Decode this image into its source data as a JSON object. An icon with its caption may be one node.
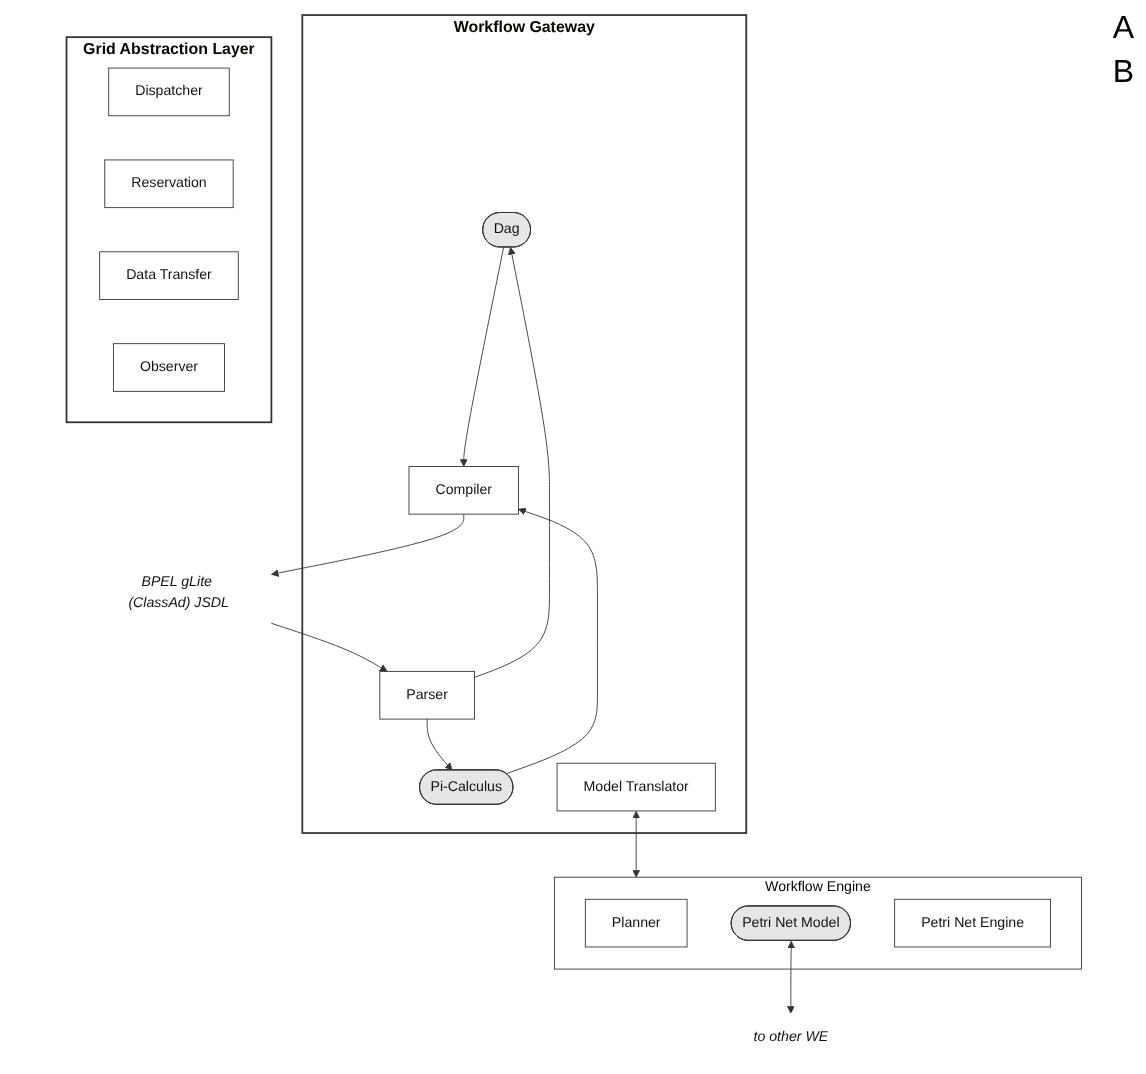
{
  "diagram": {
    "nodes": [
      {
        "text": [
          "Workflow Gateway"
        ]
      },
      {
        "text": [
          "Dag"
        ],
        "in": 0
      },
      {
        "text": [
          "Pi-Calculus"
        ],
        "in": 0
      },
      {
        "text": [
          "Parser"
        ],
        "in": 0
      },
      {
        "text": [
          "Compiler"
        ],
        "in": 0
      },
      {
        "text": [
          "Model Translator"
        ],
        "in": 0
      },
      {
        "text": [
          "Workflow Engine"
        ]
      },
      {
        "text": [
          "Planner"
        ],
        "in": 6
      },
      {
        "text": [
          "Petri Net Model"
        ],
        "in": 6
      },
      {
        "text": [
          "Petri Net Engine"
        ],
        "in": 6
      },
      {
        "text": [
          "Grid Abstraction Layer"
        ]
      },
      {
        "text": [
          "Dispatcher"
        ],
        "in": 10
      },
      {
        "text": [
          "Reservation"
        ],
        "in": 10
      },
      {
        "text": [
          "Data Transfer"
        ],
        "in": 10
      },
      {
        "text": [
          "Observer"
        ],
        "in": 10
      },
      {
        "text": [
          "BPEL gLite (ClassAd) JSDL"
        ]
      },
      {
        "text": [
          "to other WE"
        ]
      }
    ],
    "edges": [
      {
        "from": 3,
        "to": 1,
        "arrow": "to"
      },
      {
        "from": 3,
        "to": 2,
        "arrow": "to"
      },
      {
        "from": 1,
        "to": 4,
        "arrow": "to"
      },
      {
        "from": 2,
        "to": 4,
        "arrow": "to"
      },
      {
        "from": 15,
        "to": 3,
        "arrow": "to"
      },
      {
        "from": 4,
        "to": 15,
        "arrow": "to"
      },
      {
        "from": 5,
        "to": 6,
        "arrow": "both"
      },
      {
        "from": 8,
        "to": 16,
        "arrow": "both"
      }
    ],
    "labels": [
      "A",
      "B"
    ]
  }
}
